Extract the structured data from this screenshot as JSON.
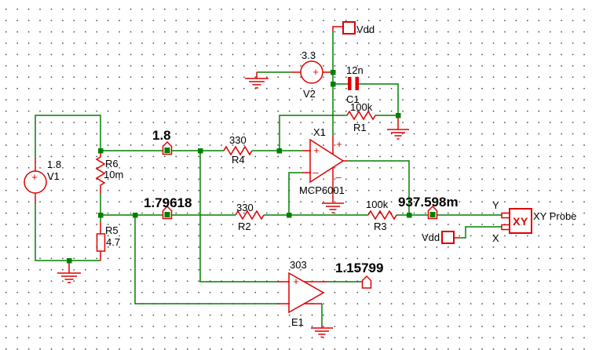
{
  "canvas": {
    "background": "#ffffff",
    "grid_dot_color": "#3f3f3f",
    "wire_color": "#008000",
    "component_color": "#dd0000",
    "junction_color": "#008000",
    "text_color": "#000000"
  },
  "components": {
    "V1": {
      "label": "V1",
      "value": "1.8",
      "plus": "+"
    },
    "V2": {
      "label": "V2",
      "value": "3.3",
      "plus": "+"
    },
    "R1": {
      "label": "R1",
      "value": "100k"
    },
    "R2": {
      "label": "R2",
      "value": "330"
    },
    "R3": {
      "label": "R3",
      "value": "100k"
    },
    "R4": {
      "label": "R4",
      "value": "330"
    },
    "R5": {
      "label": "R5",
      "value": "4.7"
    },
    "R6": {
      "label": "R6",
      "value": "10m"
    },
    "C1": {
      "label": "C1",
      "value": "12n"
    },
    "X1": {
      "label": "X1",
      "part": "MCP6001",
      "in_plus": "+",
      "in_minus": "–",
      "pwr_plus": "+",
      "pwr_minus": "–"
    },
    "E1": {
      "label": "E1",
      "gain": "303",
      "plus": "+"
    }
  },
  "ports": {
    "vdd_top": {
      "label": "Vdd"
    },
    "vdd_bottom": {
      "label": "Vdd"
    }
  },
  "probes": {
    "vp_top": {
      "value": "1.8"
    },
    "vp_mid": {
      "value": "1.79618"
    },
    "vp_out": {
      "value": "937.598m"
    },
    "vp_e1": {
      "value": "1.15799"
    }
  },
  "xy_probe": {
    "name": "XY Probe",
    "glyph": "XY",
    "pin_y": "Y",
    "pin_x": "X"
  }
}
